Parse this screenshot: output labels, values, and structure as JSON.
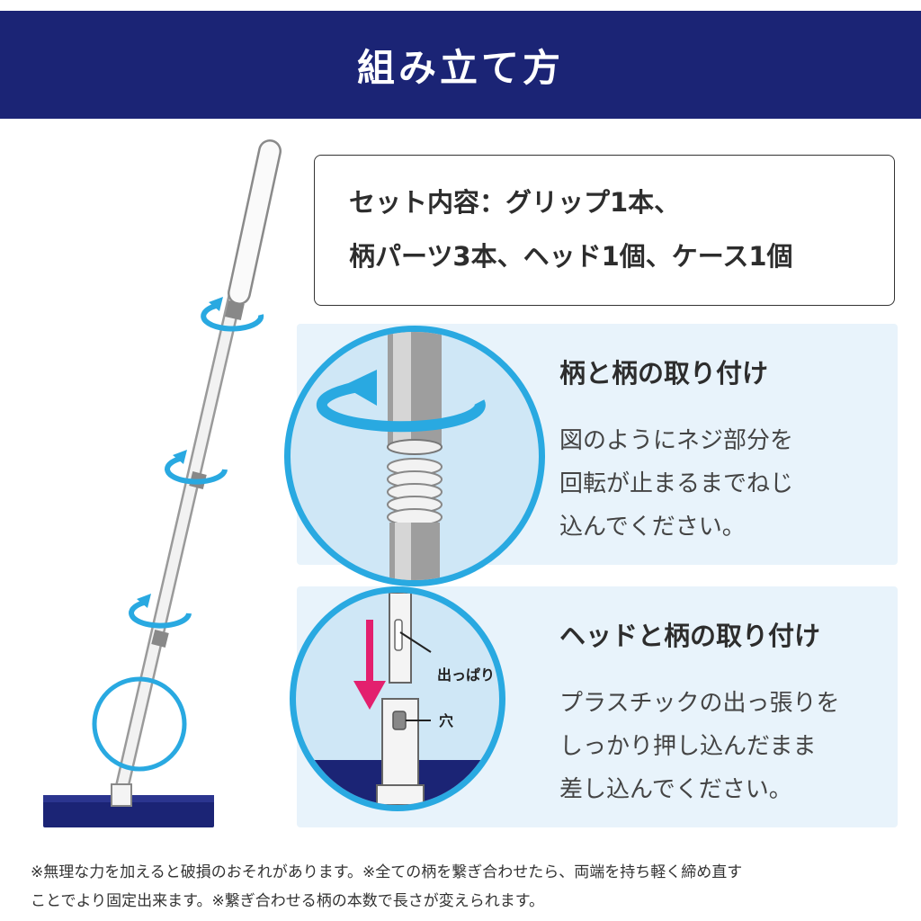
{
  "header": {
    "title": "組み立て方"
  },
  "set_contents": {
    "line1": "セット内容：グリップ1本、",
    "line2": "柄パーツ3本、ヘッド1個、ケース1個"
  },
  "step1": {
    "title": "柄と柄の取り付け",
    "body": [
      "図のようにネジ部分を",
      "回転が止まるまでねじ",
      "込んでください。"
    ]
  },
  "step2": {
    "title": "ヘッドと柄の取り付け",
    "body": [
      "プラスチックの出っ張りを",
      "しっかり押し込んだまま",
      "差し込んでください。"
    ],
    "callouts": {
      "protrusion": "出っぱり",
      "hole": "穴"
    }
  },
  "footnote": {
    "line1": "※無理な力を加えると破損のおそれがあります。※全ての柄を繋ぎ合わせたら、両端を持ち軽く締め直す",
    "line2": "ことでより固定出来ます。※繋ぎ合わせる柄の本数で長さが変えられます。"
  },
  "colors": {
    "navy": "#1b2475",
    "accent_blue": "#29a9e1",
    "panel_bg": "#e8f3fb",
    "arrow_magenta": "#e3206e"
  },
  "icons": [
    "rotate-arrow-icon",
    "down-arrow-icon"
  ]
}
